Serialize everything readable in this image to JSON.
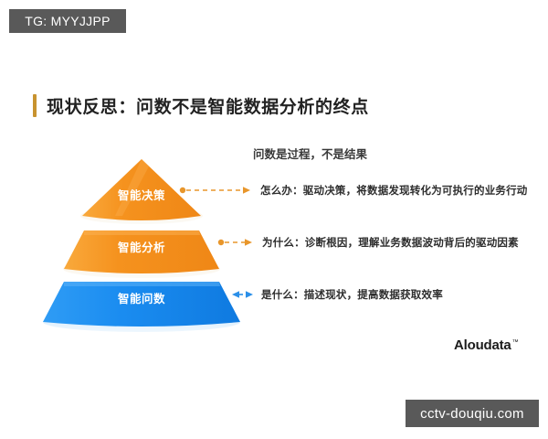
{
  "watermarks": {
    "top_left": "TG: MYYJJPP",
    "bottom_right": "cctv-douqiu.com"
  },
  "slide": {
    "title": "现状反思：问数不是智能数据分析的终点",
    "tagline": "问数是过程，不是结果",
    "accent_color": "#c8932f"
  },
  "pyramid": {
    "tiers": [
      {
        "label": "智能决策",
        "color": "#f5921e",
        "shape": "cone",
        "position": "top"
      },
      {
        "label": "智能分析",
        "color": "#f5921e",
        "shape": "trapezoid",
        "position": "middle"
      },
      {
        "label": "智能问数",
        "color": "#1a8cf0",
        "shape": "trapezoid",
        "position": "bottom"
      }
    ]
  },
  "annotations": [
    {
      "text": "怎么办：驱动决策，将数据发现转化为可执行的业务行动",
      "arrow": "dashed-double-arrow-icon",
      "arrow_color": "#e8962b",
      "arrow_length": 78
    },
    {
      "text": "为什么：诊断根因，理解业务数据波动背后的驱动因素",
      "arrow": "dashed-double-arrow-icon",
      "arrow_color": "#e8962b",
      "arrow_length": 38
    },
    {
      "text": "是什么：描述现状，提高数据获取效率",
      "arrow": "dashed-double-arrow-icon",
      "arrow_color": "#2b8fe8",
      "arrow_length": 22
    }
  ],
  "logo": {
    "name": "Aloudata",
    "trademark": "™"
  }
}
